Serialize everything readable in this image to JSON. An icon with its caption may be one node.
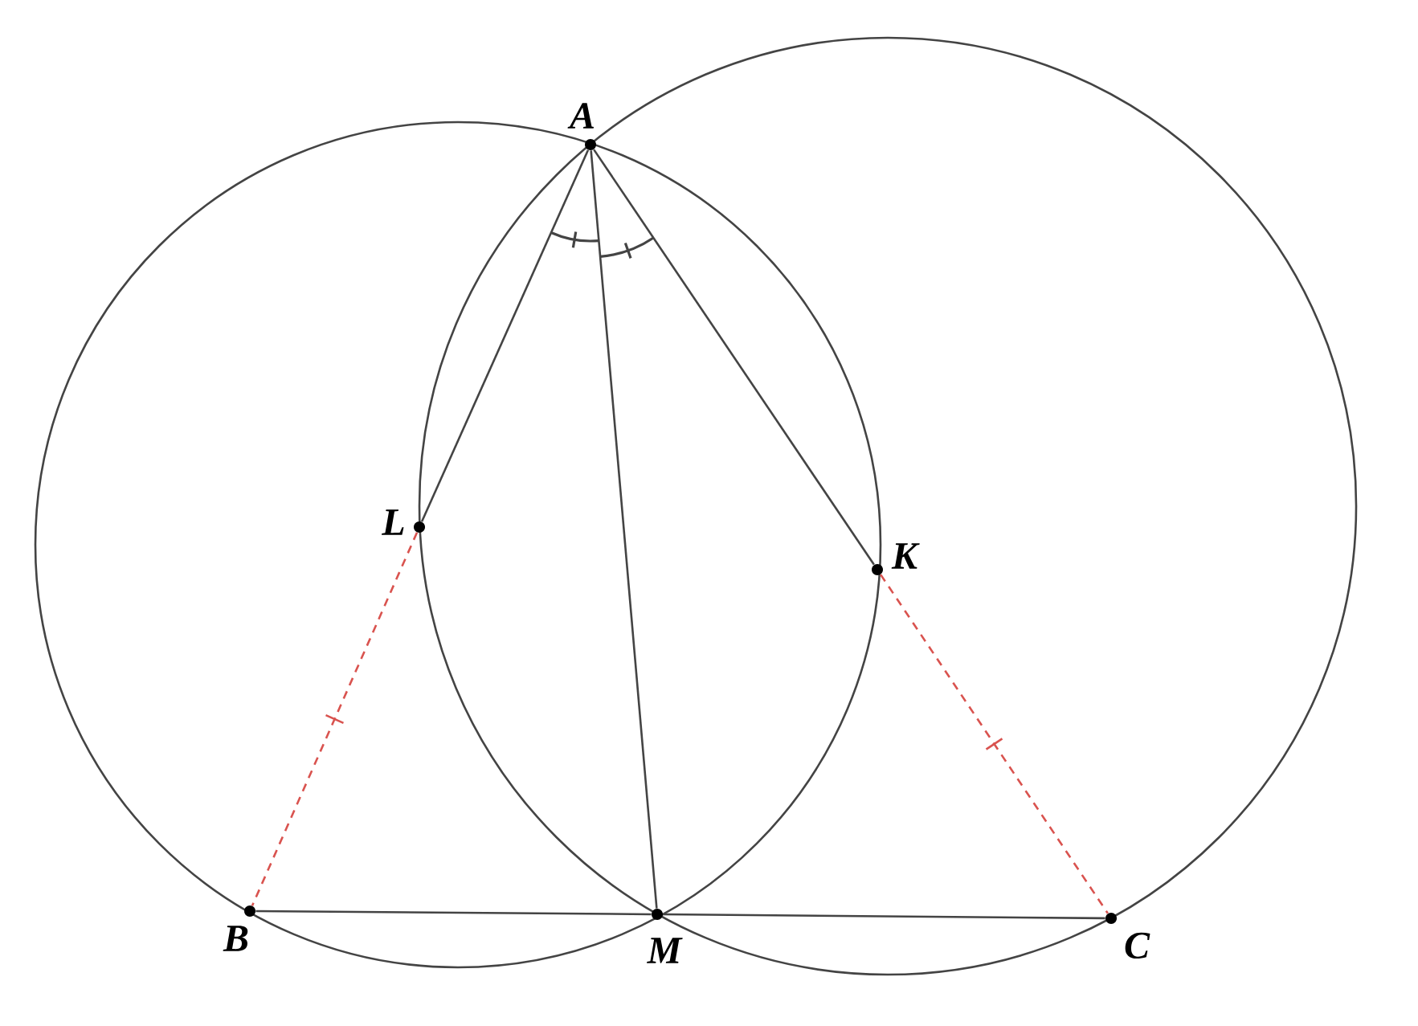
{
  "diagram": {
    "nodes": [
      {
        "text": [
          "A"
        ]
      },
      {
        "text": [
          "L"
        ]
      },
      {
        "text": [
          "K"
        ]
      },
      {
        "text": [
          "B"
        ]
      },
      {
        "text": [
          "M"
        ]
      },
      {
        "text": [
          "C"
        ]
      }
    ],
    "edges": [
      {
        "from": 0,
        "to": 1,
        "arrow": "none"
      },
      {
        "from": 0,
        "to": 4,
        "arrow": "none"
      },
      {
        "from": 0,
        "to": 2,
        "arrow": "none"
      },
      {
        "from": 3,
        "to": 4,
        "arrow": "none"
      },
      {
        "from": 4,
        "to": 5,
        "arrow": "none"
      },
      {
        "from": 1,
        "to": 3,
        "arrow": "none",
        "style": "dashed",
        "color": "#d9534f"
      },
      {
        "from": 2,
        "to": 5,
        "arrow": "none",
        "style": "dashed",
        "color": "#d9534f"
      }
    ]
  }
}
